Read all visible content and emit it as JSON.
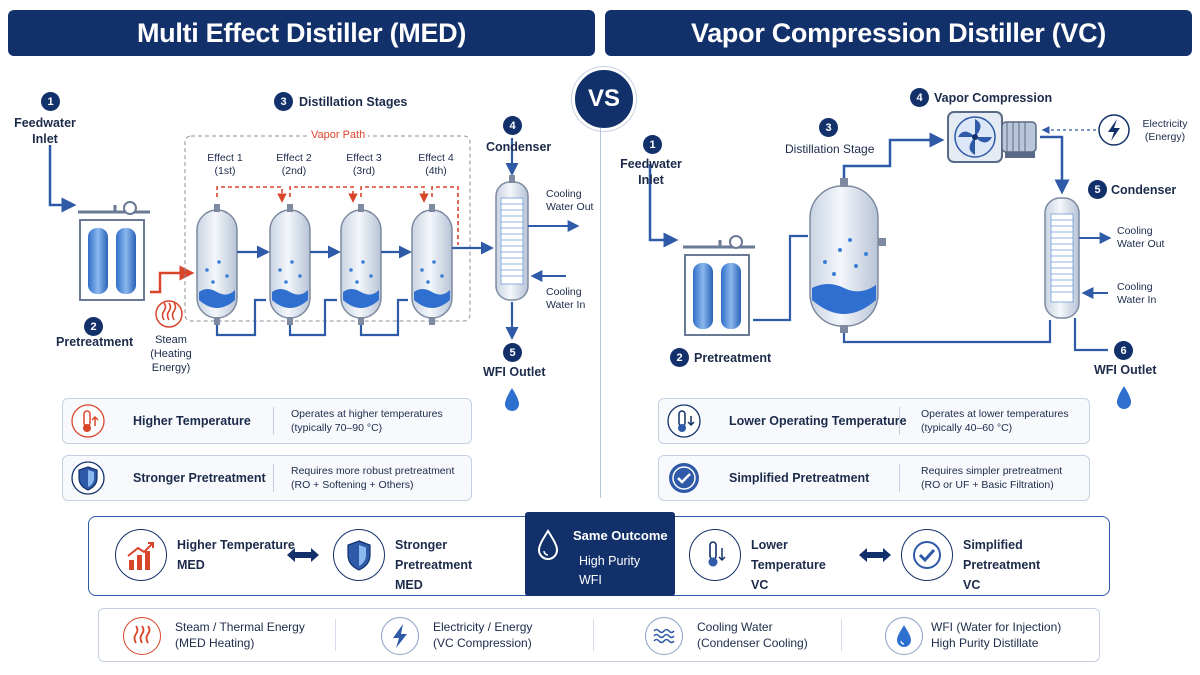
{
  "headers": {
    "med_title": "Multi Effect Distiller (MED)",
    "vc_title": "Vapor Compression Distiller (VC)",
    "vs": "VS"
  },
  "med": {
    "step1_num": "1",
    "step1_label_a": "Feedwater",
    "step1_label_b": "Inlet",
    "step2_num": "2",
    "step2_label": "Pretreatment",
    "step3_num": "3",
    "step3_label": "Distillation Stages",
    "step4_num": "4",
    "step4_label": "Condenser",
    "step5_num": "5",
    "step5_label": "WFI Outlet",
    "vapor_path": "Vapor Path",
    "effects": [
      {
        "name": "Effect 1",
        "order": "(1st)"
      },
      {
        "name": "Effect 2",
        "order": "(2nd)"
      },
      {
        "name": "Effect 3",
        "order": "(3rd)"
      },
      {
        "name": "Effect 4",
        "order": "(4th)"
      }
    ],
    "steam_a": "Steam",
    "steam_b": "(Heating",
    "steam_c": "Energy)",
    "cooling_out_a": "Cooling",
    "cooling_out_b": "Water Out",
    "cooling_in_a": "Cooling",
    "cooling_in_b": "Water In"
  },
  "vc": {
    "step1_num": "1",
    "step1_label_a": "Feedwater",
    "step1_label_b": "Inlet",
    "step2_num": "2",
    "step2_label": "Pretreatment",
    "step3_num": "3",
    "step3_label": "Distillation Stage",
    "step4_num": "4",
    "step4_label": "Vapor Compression",
    "step5_num": "5",
    "step5_label": "Condenser",
    "step6_num": "6",
    "step6_label": "WFI Outlet",
    "electricity_a": "Electricity",
    "electricity_b": "(Energy)",
    "cooling_out_a": "Cooling",
    "cooling_out_b": "Water Out",
    "cooling_in_a": "Cooling",
    "cooling_in_b": "Water In"
  },
  "med_cards": [
    {
      "title": "Higher Temperature",
      "desc_a": "Operates at higher temperatures",
      "desc_b": "(typically 70–90 °C)",
      "icon": "thermometer-up-icon"
    },
    {
      "title": "Stronger Pretreatment",
      "desc_a": "Requires more robust pretreatment",
      "desc_b": "(RO + Softening + Others)",
      "icon": "shield-icon"
    }
  ],
  "vc_cards": [
    {
      "title": "Lower Operating Temperature",
      "desc_a": "Operates at lower temperatures",
      "desc_b": "(typically 40–60 °C)",
      "icon": "thermometer-down-icon"
    },
    {
      "title": "Simplified Pretreatment",
      "desc_a": "Requires simpler pretreatment",
      "desc_b": "(RO or UF + Basic Filtration)",
      "icon": "check-circle-icon"
    }
  ],
  "summary": {
    "med_temp_title": "Higher Temperature",
    "med_temp_sub": "MED",
    "med_pre_title": "Stronger Pretreatment",
    "med_pre_sub": "MED",
    "outcome_title": "Same Outcome",
    "outcome_a": "High Purity",
    "outcome_b": "WFI",
    "vc_temp_title": "Lower Temperature",
    "vc_temp_sub": "VC",
    "vc_pre_title": "Simplified Pretreatment",
    "vc_pre_sub": "VC"
  },
  "legend": [
    {
      "a": "Steam / Thermal Energy",
      "b": "(MED Heating)",
      "icon": "steam-icon"
    },
    {
      "a": "Electricity / Energy",
      "b": "(VC Compression)",
      "icon": "lightning-icon"
    },
    {
      "a": "Cooling Water",
      "b": "(Condenser Cooling)",
      "icon": "waves-icon"
    },
    {
      "a": "WFI (Water for Injection)",
      "b": "High Purity Distillate",
      "icon": "droplet-icon"
    }
  ],
  "colors": {
    "navy": "#12306a",
    "blue": "#2f5aa8",
    "steam_red": "#d9452b",
    "water_blue": "#3a7fd5"
  }
}
